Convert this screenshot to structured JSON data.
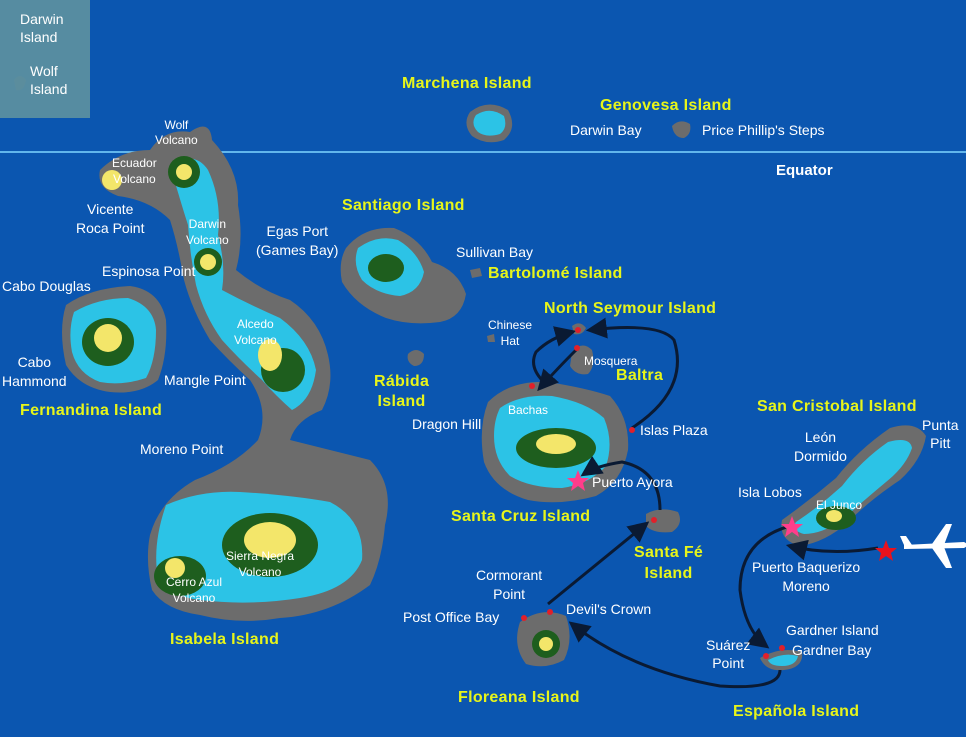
{
  "inset": {
    "darwin": "Darwin\nIsland",
    "wolf": "Wolf\nIsland"
  },
  "equator": "Equator",
  "islands": {
    "marchena": "Marchena Island",
    "genovesa": "Genovesa Island",
    "santiago": "Santiago Island",
    "bartolome": "Bartolomé Island",
    "north_seymour": "North Seymour Island",
    "baltra": "Baltra",
    "rabida": "Rábida\nIsland",
    "fernandina": "Fernandina Island",
    "san_cristobal": "San Cristobal Island",
    "santa_cruz": "Santa Cruz Island",
    "santa_fe": "Santa Fé\nIsland",
    "isabela": "Isabela Island",
    "floreana": "Floreana Island",
    "espanola": "Española Island"
  },
  "places": {
    "darwin_bay": "Darwin Bay",
    "prince_phillips": "Price Phillip's Steps",
    "wolf_volcano": "Wolf\nVolcano",
    "ecuador_volcano": "Ecuador\nVolcano",
    "vicente_roca": "Vicente\nRoca Point",
    "darwin_volcano": "Darwin\nVolcano",
    "egas_port": "Egas Port\n(Games Bay)",
    "sullivan_bay": "Sullivan Bay",
    "espinosa_point": "Espinosa Point",
    "cabo_douglas": "Cabo Douglas",
    "cabo_hammond": "Cabo\nHammond",
    "alcedo_volcano": "Alcedo\nVolcano",
    "mangle_point": "Mangle Point",
    "chinese_hat": "Chinese\nHat",
    "mosquera": "Mosquera",
    "bachas": "Bachas",
    "dragon_hill": "Dragon Hill",
    "islas_plaza": "Islas Plaza",
    "moreno_point": "Moreno Point",
    "puerto_ayora": "Puerto Ayora",
    "leon_dormido": "León\nDormido",
    "punta_pitt": "Punta\nPitt",
    "isla_lobos": "Isla Lobos",
    "el_junco": "El Junco",
    "sierra_negra": "Sierra Negra\nVolcano",
    "cerro_azul": "Cerro Azul\nVolcano",
    "puerto_baquerizo": "Puerto Baquerizo\nMoreno",
    "cormorant_point": "Cormorant\nPoint",
    "post_office_bay": "Post Office Bay",
    "devils_crown": "Devil's Crown",
    "suarez_point": "Suárez\nPoint",
    "gardner_island": "Gardner Island",
    "gardner_bay": "Gardner Bay"
  },
  "colors": {
    "ocean": "#0b56b0",
    "land": "#6c6c6c",
    "shallow": "#2cc3e6",
    "highland": "#1e5e1e",
    "summit": "#f3e66a",
    "island_label": "#e7f51a",
    "route": "#0a1a33",
    "site_dot": "#e0202a",
    "star_pink": "#ff3d8b",
    "star_red": "#e8121e"
  },
  "icons": {
    "airplane": "airplane-icon",
    "star": "star-icon"
  }
}
